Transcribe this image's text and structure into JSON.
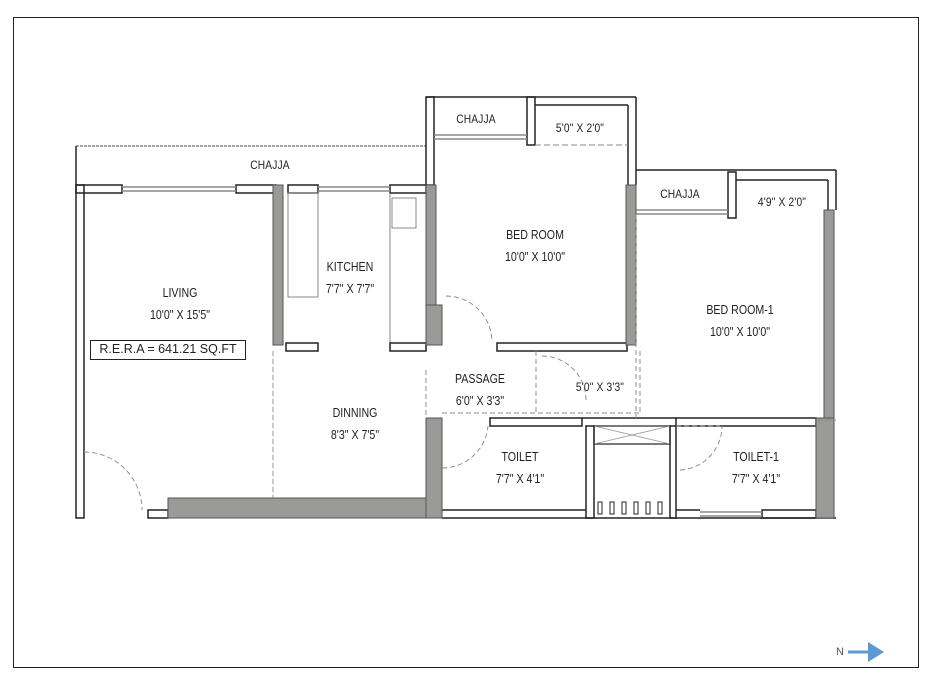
{
  "plan": {
    "rera_label": "R.E.R.A = 641.21 SQ.FT",
    "rooms": {
      "living": {
        "name": "LIVING",
        "dim": "10'0\" X 15'5\""
      },
      "kitchen": {
        "name": "KITCHEN",
        "dim": "7'7\" X 7'7\""
      },
      "dinning": {
        "name": "DINNING",
        "dim": "8'3\" X 7'5\""
      },
      "bedroom": {
        "name": "BED ROOM",
        "dim": "10'0\" X 10'0\""
      },
      "bedroom1": {
        "name": "BED ROOM-1",
        "dim": "10'0\" X 10'0\""
      },
      "passage": {
        "name": "PASSAGE",
        "dim": "6'0\" X 3'3\""
      },
      "passage_ext": {
        "dim": "5'0\" X 3'3\""
      },
      "toilet": {
        "name": "TOILET",
        "dim": "7'7\" X 4'1\""
      },
      "toilet1": {
        "name": "TOILET-1",
        "dim": "7'7\" X 4'1\""
      }
    },
    "chajja": [
      {
        "label": "CHAJJA"
      },
      {
        "label": "CHAJJA"
      },
      {
        "label": "CHAJJA"
      }
    ],
    "balconies": [
      {
        "dim": "5'0\" X 2'0\""
      },
      {
        "dim": "4'9\" X 2'0\""
      }
    ],
    "compass": {
      "label": "N",
      "arrow_color": "#5b9bd5"
    },
    "colors": {
      "wall_fill": "#9a9a98",
      "line": "#222222",
      "dashed": "#888888"
    }
  }
}
